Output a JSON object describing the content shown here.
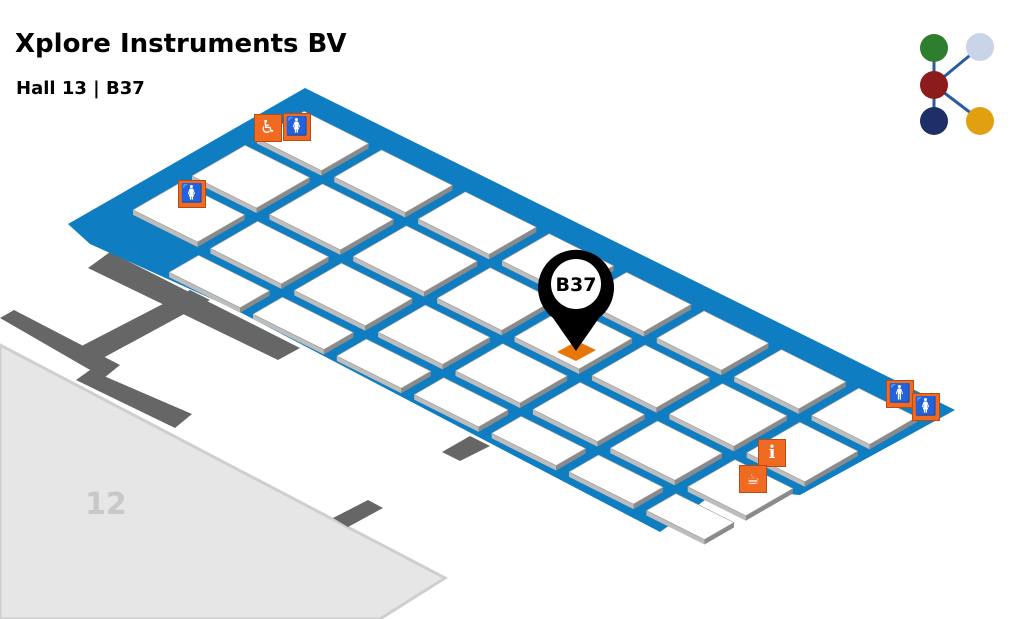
{
  "header": {
    "title": "Xplore Instruments BV",
    "subtitle": "Hall 13 | B37"
  },
  "map": {
    "marker_label": "B37",
    "neighbor_hall_label": "12",
    "colors": {
      "aisle": "#0f7dc2",
      "booth": "#ffffff",
      "highlight": "#e8760a",
      "neighbor_hall": "#e6e6e6",
      "walkway": "#666666",
      "poi": "#f06a22"
    },
    "pois": [
      "toilet-accessible-icon",
      "toilet-women-icon",
      "toilet-women-icon",
      "toilet-men-icon",
      "toilet-women-icon",
      "info-icon",
      "cafe-icon"
    ]
  },
  "logo": {
    "name": "trade-fair-logo"
  }
}
